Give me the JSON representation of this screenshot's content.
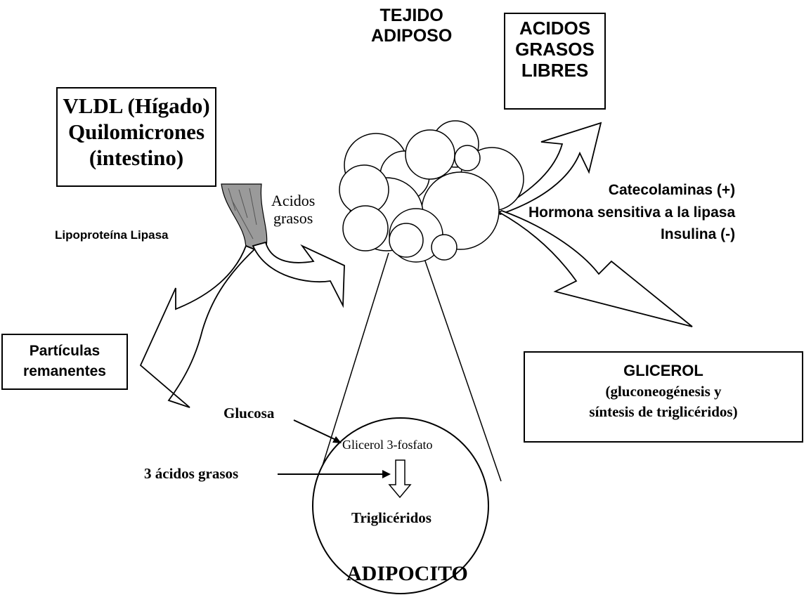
{
  "tissue_label": [
    "TEJIDO",
    "ADIPOSO"
  ],
  "free_fatty_acids_box": [
    "ACIDOS",
    "GRASOS",
    "LIBRES"
  ],
  "lipoprotein_box": [
    "VLDL (Hígado)",
    "Quilomicrones",
    "(intestino)"
  ],
  "fatty_acids_label": [
    "Acidos",
    "grasos"
  ],
  "enzyme_label": "Lipoproteína Lipasa",
  "regulators": [
    "Catecolaminas (+)",
    "Hormona sensitiva a la lipasa",
    "Insulina (-)"
  ],
  "remnant_box": [
    "Partículas",
    "remanentes"
  ],
  "glycerol_box": {
    "title": "GLICEROL",
    "lines": [
      "(gluconeogénesis y",
      "síntesis de triglicéridos)"
    ]
  },
  "adipocyte": {
    "glucose": "Glucosa",
    "glycerol_phosphate": "Glicerol 3-fosfato",
    "fatty_acids": "3  ácidos grasos",
    "triglycerides": "Triglicéridos",
    "name": "ADIPOCITO"
  }
}
